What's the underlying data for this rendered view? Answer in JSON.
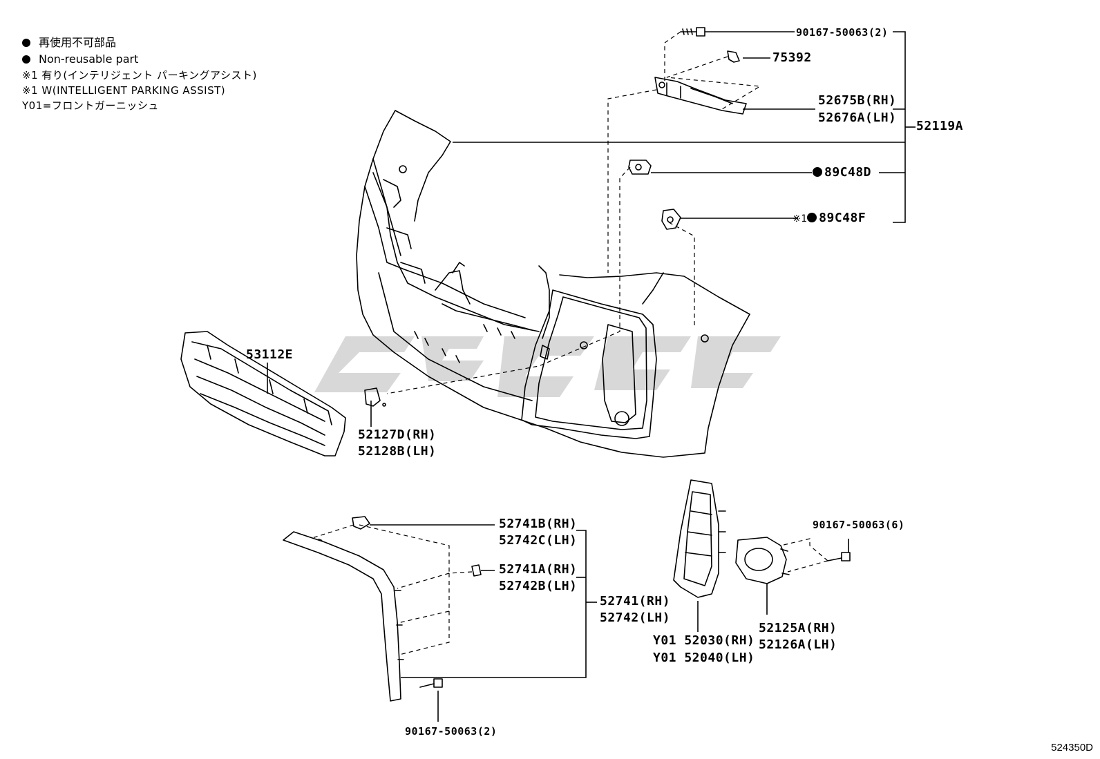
{
  "legend": {
    "line1": "再使用不可部品",
    "line2": "Non-reusable part",
    "line3": "※1 有り(インテリジェント パーキングアシスト)",
    "line4": "※1 W(INTELLIGENT PARKING ASSIST)",
    "line5": "Y01=フロントガーニッシュ"
  },
  "parts": {
    "p90167_top": "90167-50063(2)",
    "p75392": "75392",
    "p52675B": "52675B(RH)",
    "p52676A": "52676A(LH)",
    "p52119A": "52119A",
    "p89C48D": "89C48D",
    "p89C48F_mark": "※1",
    "p89C48F": "89C48F",
    "p53112E": "53112E",
    "p52127D": "52127D(RH)",
    "p52128B": "52128B(LH)",
    "p52741B": "52741B(RH)",
    "p52742C": "52742C(LH)",
    "p52741A": "52741A(RH)",
    "p52742B": "52742B(LH)",
    "p52741": "52741(RH)",
    "p52742": "52742(LH)",
    "p90167_bottom": "90167-50063(2)",
    "p52030": "Y01 52030(RH)",
    "p52040": "Y01 52040(LH)",
    "p90167_right": "90167-50063(6)",
    "p52125A": "52125A(RH)",
    "p52126A": "52126A(LH)"
  },
  "diagram_id": "524350D"
}
